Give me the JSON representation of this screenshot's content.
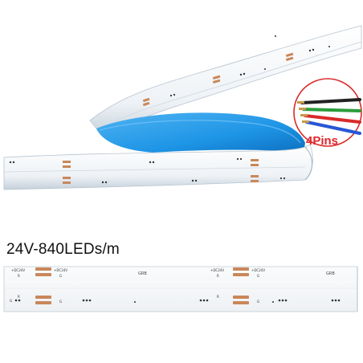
{
  "product": {
    "spec": "24V-840LEDs/m",
    "pins_label": "4Pins"
  },
  "strip_markings": {
    "dc_plus": "+DC24V",
    "r": "R",
    "g": "G",
    "grb": "GRB"
  },
  "colors": {
    "strip_body": "#f3f6f9",
    "strip_shadow": "#c9d4de",
    "inner_face": "#1e95e6",
    "copper_pad": "#c9875a",
    "pins_label": "#e0282e",
    "wire_red": "#d92a2a",
    "wire_green": "#2a9c3a",
    "wire_blue": "#2757d6",
    "wire_black": "#222222"
  }
}
